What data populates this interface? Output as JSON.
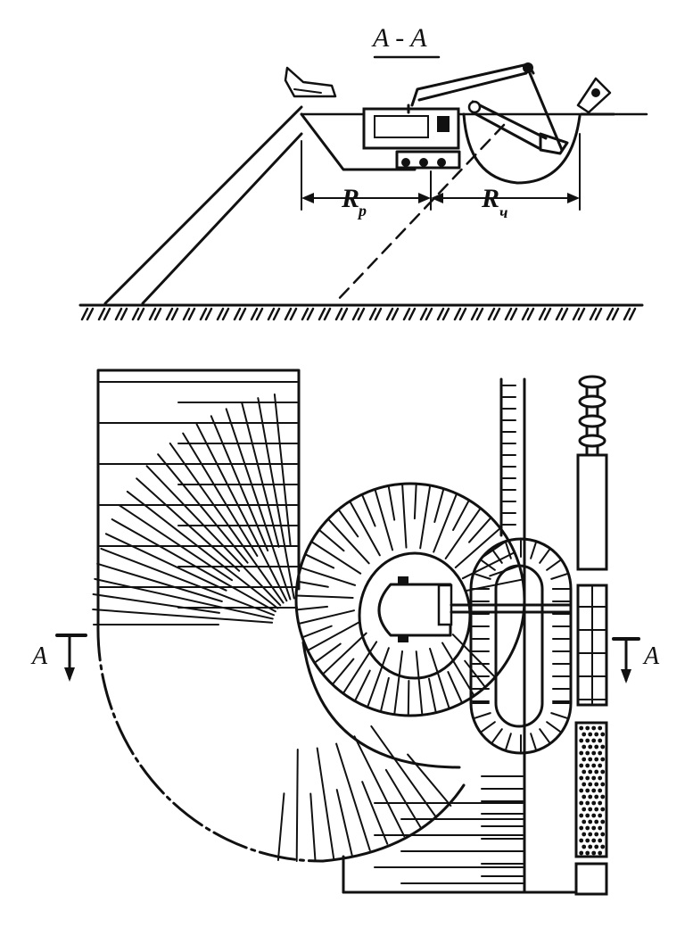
{
  "section": {
    "title": "A - A",
    "radius_left": "R",
    "radius_left_sub": "p",
    "radius_right": "R",
    "radius_right_sub": "ч"
  },
  "plan": {
    "cut_marker_left": "A",
    "cut_marker_right": "A"
  },
  "colors": {
    "ink": "#111111",
    "paper": "#ffffff"
  }
}
